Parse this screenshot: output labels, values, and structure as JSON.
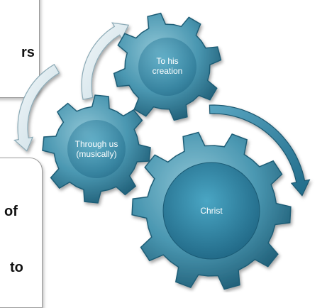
{
  "panels": {
    "top_fragment": "rs",
    "bottom_fragments": [
      "of",
      "to"
    ]
  },
  "gears": [
    {
      "id": "gear-top",
      "lines": [
        "To his",
        "creation"
      ]
    },
    {
      "id": "gear-middle",
      "lines": [
        "Through us",
        "(musically)"
      ]
    },
    {
      "id": "gear-bottom",
      "lines": [
        "Christ"
      ]
    }
  ],
  "colors": {
    "gear_light": "#8fc6d6",
    "gear_mid": "#4a97b1",
    "gear_dark": "#1f5d76",
    "arrow_light": "#dde9ee",
    "arrow_dark": "#2f7f9d"
  }
}
